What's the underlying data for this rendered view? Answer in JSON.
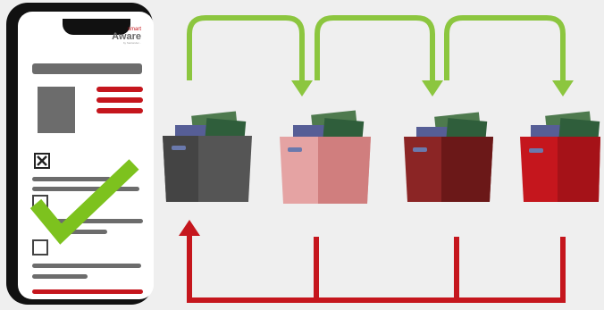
{
  "app": {
    "logo_small": "smart",
    "logo_main": "Aware",
    "logo_tagline": "by Santander..."
  },
  "colors": {
    "phone_frame": "#111111",
    "screen_bg": "#ffffff",
    "placeholder_gray": "#6c6c6c",
    "brand_red": "#c5161d",
    "check_green": "#7dc21e",
    "arrow_green": "#8cc63f",
    "arrow_red": "#c5161d",
    "box_dark_gray": "#555555",
    "box_pink": "#e5a3a3",
    "box_dark_red": "#8b2525",
    "box_red": "#c5161d"
  },
  "icons": {
    "checkmark": "check-icon",
    "checkbox_checked": "checkbox-checked-icon",
    "checkbox_empty": "checkbox-empty-icon"
  },
  "crates": [
    "crate-dark-gray",
    "crate-pink",
    "crate-dark-red",
    "crate-red"
  ]
}
